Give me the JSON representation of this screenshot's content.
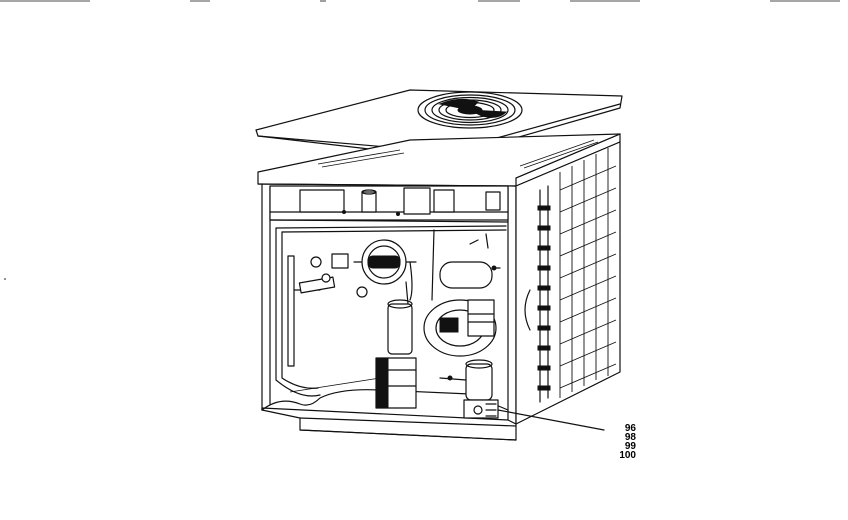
{
  "figure": {
    "callout_labels": [
      "96",
      "98",
      "99",
      "100"
    ],
    "ink_color": "#111111",
    "paper_color": "#ffffff"
  }
}
